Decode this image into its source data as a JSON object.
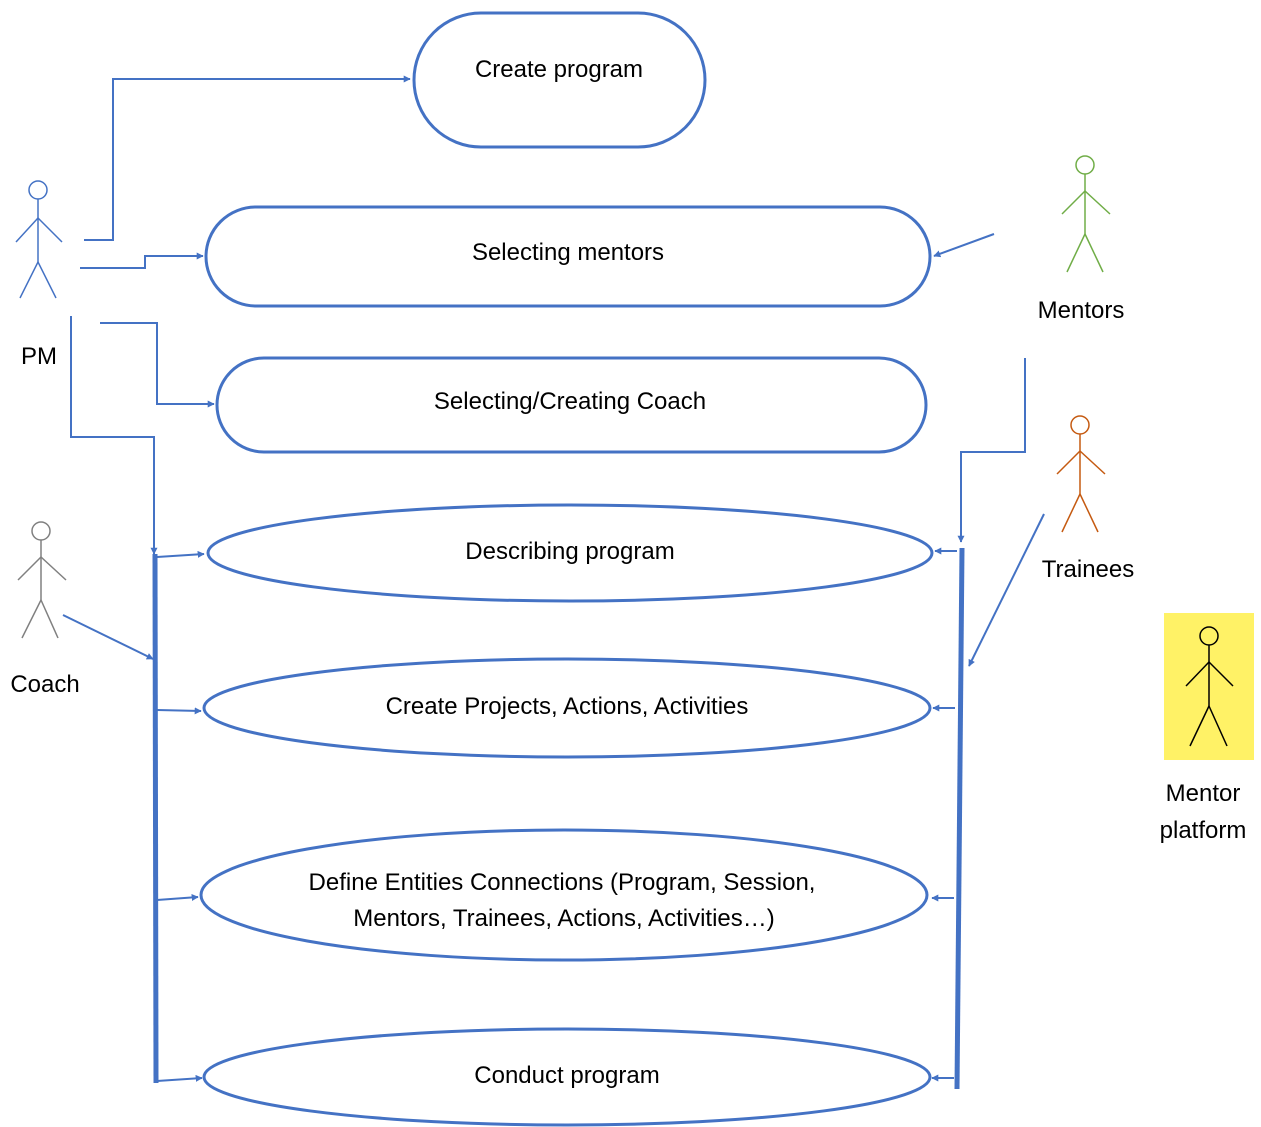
{
  "colors": {
    "line": "#4472C4",
    "pm": "#4472C4",
    "mentors": "#70AD47",
    "trainees": "#C55A11",
    "coach": "#808080",
    "platform": "#000000",
    "platform_bg": "#FFF266"
  },
  "actors": {
    "pm": {
      "label": "PM"
    },
    "coach": {
      "label": "Coach"
    },
    "mentors": {
      "label": "Mentors"
    },
    "trainees": {
      "label": "Trainees"
    },
    "platform": {
      "label_line1": "Mentor",
      "label_line2": "platform"
    }
  },
  "use_cases": {
    "create_program": "Create program",
    "selecting_mentors": "Selecting mentors",
    "selecting_coach": "Selecting/Creating Coach",
    "describing_program": "Describing program",
    "create_projects": "Create Projects, Actions, Activities",
    "define_connections_line1": "Define Entities Connections (Program, Session,",
    "define_connections_line2": "Mentors, Trainees, Actions, Activities…)",
    "conduct_program": "Conduct program"
  }
}
